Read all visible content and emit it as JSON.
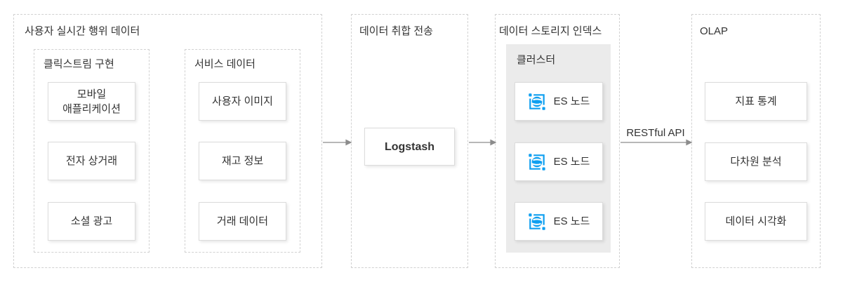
{
  "palette": {
    "dashed_border": "#d1d1d1",
    "card_border": "#dcdcdc",
    "cluster_bg": "#ebebeb",
    "text": "#333333",
    "arrow": "#8c8c8c",
    "icon_blue": "#0e9ff0"
  },
  "sections": {
    "behavior": {
      "title": "사용자 실시간 행위 데이터",
      "clickstream": {
        "title": "클릭스트림 구현",
        "items": [
          {
            "label": "모바일\n애플리케이션"
          },
          {
            "label": "전자 상거래"
          },
          {
            "label": "소셜 광고"
          }
        ]
      },
      "service": {
        "title": "서비스 데이터",
        "items": [
          {
            "label": "사용자 이미지"
          },
          {
            "label": "재고 정보"
          },
          {
            "label": "거래 데이터"
          }
        ]
      }
    },
    "ingest": {
      "title": "데이터 취합 전송",
      "node_label": "Logstash"
    },
    "storage": {
      "title": "데이터 스토리지 인덱스",
      "cluster": {
        "title": "클러스터",
        "nodes": [
          {
            "label": "ES 노드",
            "icon": "elasticsearch-icon"
          },
          {
            "label": "ES 노드",
            "icon": "elasticsearch-icon"
          },
          {
            "label": "ES 노드",
            "icon": "elasticsearch-icon"
          }
        ]
      }
    },
    "olap": {
      "title": "OLAP",
      "items": [
        {
          "label": "지표 통계"
        },
        {
          "label": "다차원 분석"
        },
        {
          "label": "데이터 시각화"
        }
      ]
    }
  },
  "connections": {
    "restful_api_label": "RESTful API"
  }
}
